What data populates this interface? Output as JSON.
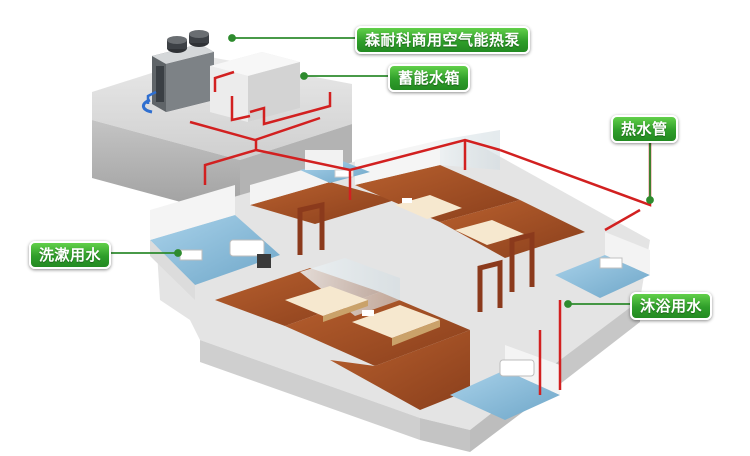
{
  "labels": {
    "heat_pump": "森耐科商用空气能热泵",
    "storage_tank": "蓄能水箱",
    "hot_water_pipe": "热水管",
    "washing_water": "洗漱用水",
    "shower_water": "沐浴用水"
  },
  "colors": {
    "label_green": "#2f9e2a",
    "leader_green": "#2e8b2e",
    "pipe_red": "#d22020",
    "wood_floor": "#a5532a",
    "wall_white": "#f1f1f1",
    "tile_blue": "#7fb5d6"
  }
}
